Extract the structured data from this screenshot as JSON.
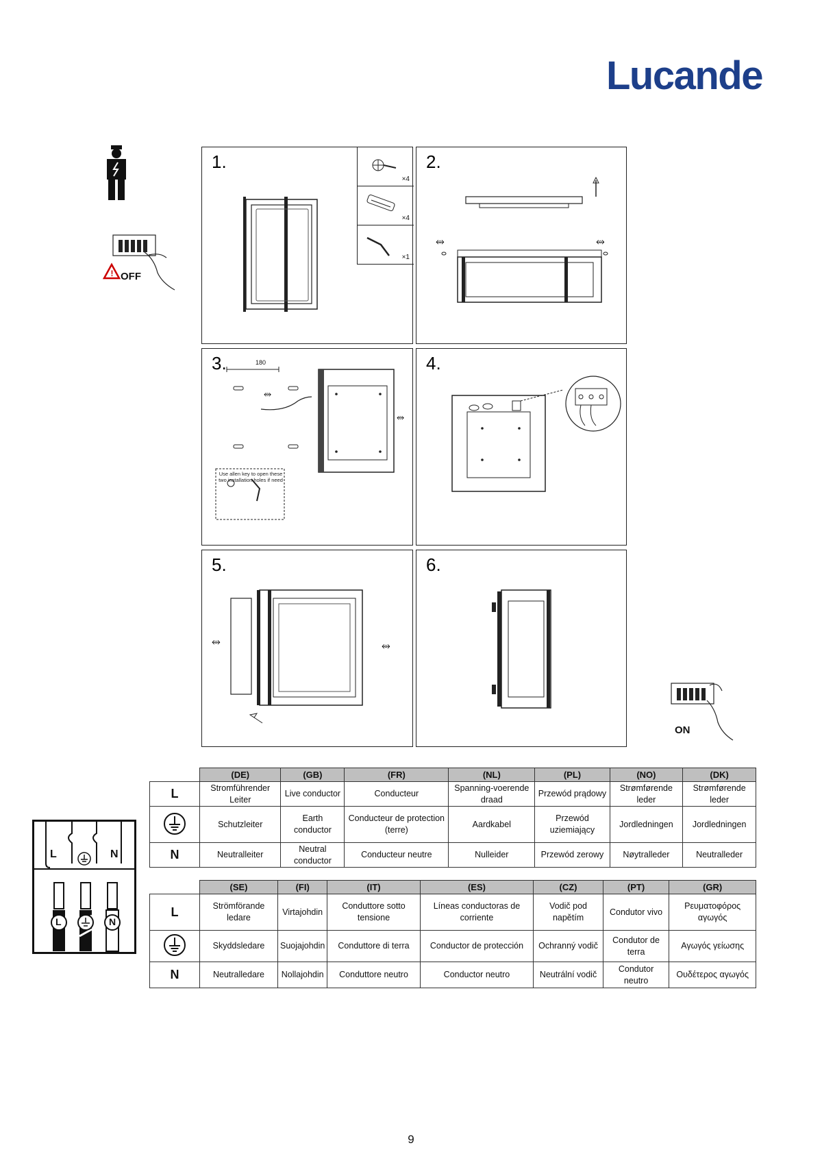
{
  "brand": {
    "logo_text": "Lucande"
  },
  "safety": {
    "off_label": "OFF",
    "on_label": "ON"
  },
  "steps": [
    {
      "number": "1."
    },
    {
      "number": "2."
    },
    {
      "number": "3."
    },
    {
      "number": "4."
    },
    {
      "number": "5."
    },
    {
      "number": "6."
    }
  ],
  "parts": [
    {
      "qty": "×4"
    },
    {
      "qty": "×4"
    },
    {
      "qty": "×1"
    }
  ],
  "step3": {
    "dimension": "180",
    "note": "Use allen key to open these two installation holes if need"
  },
  "wiring_legend": {
    "labels": [
      "L",
      "N"
    ]
  },
  "conductor_tables": [
    {
      "languages": [
        "(DE)",
        "(GB)",
        "(FR)",
        "(NL)",
        "(PL)",
        "(NO)",
        "(DK)"
      ],
      "rows": [
        {
          "symbol": "L",
          "cells": [
            "Stromführender Leiter",
            "Live conductor",
            "Conducteur",
            "Spanning-voerende draad",
            "Przewód prądowy",
            "Strømførende leder",
            "Strømførende leder"
          ]
        },
        {
          "symbol": "earth",
          "cells": [
            "Schutzleiter",
            "Earth conductor",
            "Conducteur de protection (terre)",
            "Aardkabel",
            "Przewód uziemiający",
            "Jordledningen",
            "Jordledningen"
          ]
        },
        {
          "symbol": "N",
          "cells": [
            "Neutralleiter",
            "Neutral conductor",
            "Conducteur neutre",
            "Nulleider",
            "Przewód zerowy",
            "Nøytralleder",
            "Neutralleder"
          ]
        }
      ]
    },
    {
      "languages": [
        "(SE)",
        "(FI)",
        "(IT)",
        "(ES)",
        "(CZ)",
        "(PT)",
        "(GR)"
      ],
      "rows": [
        {
          "symbol": "L",
          "cells": [
            "Strömförande ledare",
            "Virtajohdin",
            "Conduttore sotto tensione",
            "Líneas conductoras de corriente",
            "Vodič pod napětím",
            "Condutor vivo",
            "Ρευματοφόρος αγωγός"
          ]
        },
        {
          "symbol": "earth",
          "cells": [
            "Skyddsledare",
            "Suojajohdin",
            "Conduttore di terra",
            "Conductor de protección",
            "Ochranný vodič",
            "Condutor de terra",
            "Αγωγός γείωσης"
          ]
        },
        {
          "symbol": "N",
          "cells": [
            "Neutralledare",
            "Nollajohdin",
            "Conduttore neutro",
            "Conductor neutro",
            "Neutrální vodič",
            "Condutor neutro",
            "Ουδέτερος αγωγός"
          ]
        }
      ]
    }
  ],
  "page_number": "9"
}
